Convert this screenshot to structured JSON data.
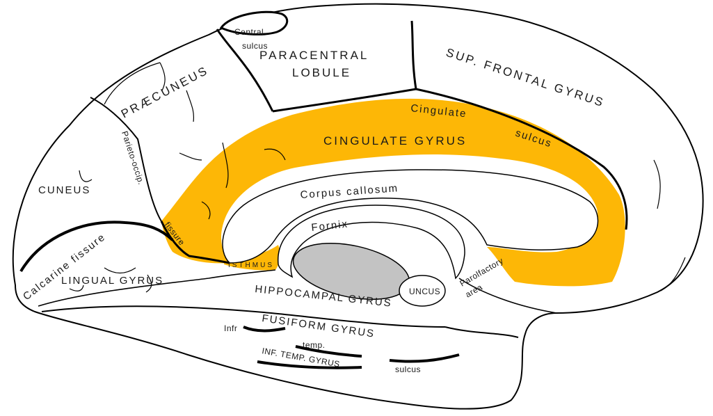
{
  "colors": {
    "highlight": "#FDB706",
    "outline": "#000000",
    "background": "#ffffff",
    "ventricle": "#c3c3c3"
  },
  "labels": {
    "central_sulcus_1": "Central",
    "central_sulcus_2": "sulcus",
    "paracentral_1": "PARACENTRAL",
    "paracentral_2": "LOBULE",
    "sup_frontal": "SUP. FRONTAL GYRUS",
    "praecuneus": "PRÆCUNEUS",
    "parieto_occip": "Parieto-occip.",
    "cingulate_sulcus_1": "Cingulate",
    "cingulate_sulcus_2": "sulcus",
    "cingulate_gyrus": "CINGULATE GYRUS",
    "cuneus": "CUNEUS",
    "corpus_callosum": "Corpus callosum",
    "fornix": "Fornix",
    "fissure": "fissure",
    "calcarine": "Calcarine fissure",
    "isthmus": "ISTHMUS",
    "lingual": "LINGUAL GYRUS",
    "hippocampal": "HIPPOCAMPAL GYRUS",
    "uncus": "UNCUS",
    "parolfactory_1": "Parolfactory",
    "parolfactory_2": "area",
    "fusiform": "FUSIFORM GYRUS",
    "infr": "Infr",
    "temp": "temp.",
    "inf_temp": "INF. TEMP. GYRUS",
    "sulcus": "sulcus"
  }
}
